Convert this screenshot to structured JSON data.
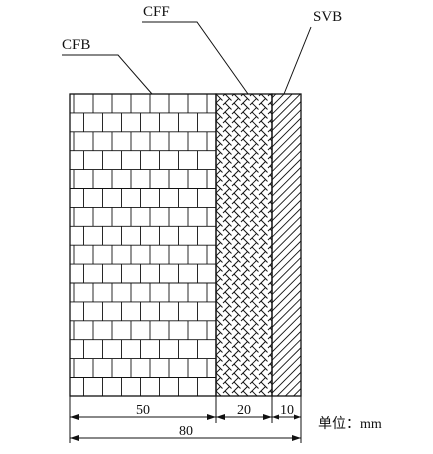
{
  "layers": [
    {
      "id": "cfb",
      "label": "CFB",
      "thickness": 50,
      "pattern": "brick"
    },
    {
      "id": "cff",
      "label": "CFF",
      "thickness": 20,
      "pattern": "herringbone"
    },
    {
      "id": "svb",
      "label": "SVB",
      "thickness": 10,
      "pattern": "diagonal-hatch"
    }
  ],
  "dimensions": {
    "layer_values": [
      "50",
      "20",
      "10"
    ],
    "total": "80",
    "unit_label": "单位：mm"
  },
  "colors": {
    "line": "#111111",
    "background": "#ffffff"
  }
}
